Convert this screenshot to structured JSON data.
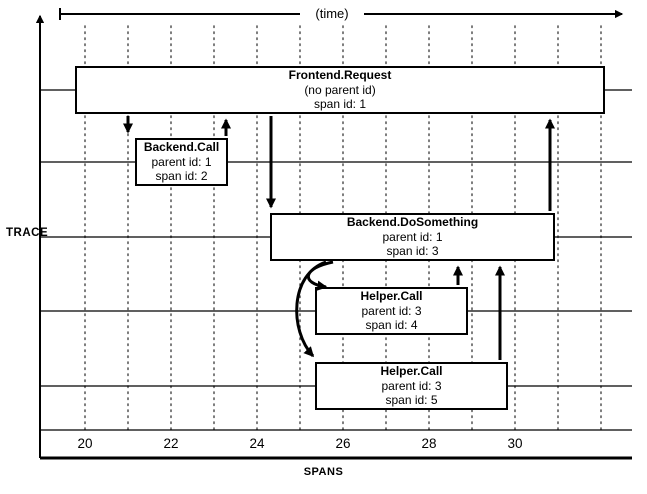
{
  "axes": {
    "time_label": "(time)",
    "trace_label": "TRACE",
    "spans_label": "SPANS",
    "ticks": [
      "20",
      "22",
      "24",
      "26",
      "28",
      "30"
    ]
  },
  "spans": [
    {
      "title": "Frontend.Request",
      "parent": "(no parent id)",
      "span": "span id: 1"
    },
    {
      "title": "Backend.Call",
      "parent": "parent id: 1",
      "span": "span id: 2"
    },
    {
      "title": "Backend.DoSomething",
      "parent": "parent id: 1",
      "span": "span id: 3"
    },
    {
      "title": "Helper.Call",
      "parent": "parent id: 3",
      "span": "span id: 4"
    },
    {
      "title": "Helper.Call",
      "parent": "parent id: 3",
      "span": "span id: 5"
    }
  ],
  "colors": {
    "ink": "#000000",
    "grid": "#444444",
    "background": "#ffffff"
  }
}
